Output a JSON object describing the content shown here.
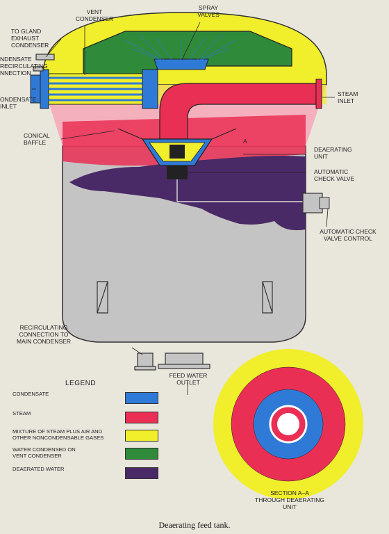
{
  "labels": {
    "vent_condenser": "VENT\nCONDENSER",
    "spray_valves": "SPRAY\nVALVES",
    "gland_exhaust": "TO GLAND\nEXHAUST\nCONDENSER",
    "recirculating_connection": "NDENSATE\nRECIRCULATING\nNNECTION",
    "condensate_inlet": "ONDENSATE\nINLET",
    "steam_inlet": "STEAM\nINLET",
    "conical_baffle": "CONICAL\nBAFFLE",
    "deaerating_unit": "DEAERATING\nUNIT",
    "automatic_check_valve": "AUTOMATIC\nCHECK VALVE",
    "check_valve_control": "AUTOMATIC CHECK\nVALVE CONTROL",
    "recirc_to_main": "RECIRCULATING\nCONNECTION TO\nMAIN CONDENSER",
    "feed_water_outlet": "FEED WATER\nOUTLET",
    "section_a": "A",
    "section_label": "SECTION A–A\nTHROUGH DEAERATING\nUNIT"
  },
  "legend": {
    "title": "LEGEND",
    "items": [
      {
        "label": "CONDENSATE",
        "color": "#2f7ad6"
      },
      {
        "label": "STEAM",
        "color": "#ea2f55"
      },
      {
        "label": "MIXTURE OF STEAM PLUS AIR AND\nOTHER NONCONDENSABLE GASES",
        "color": "#f1ee2c"
      },
      {
        "label": "WATER CONDENSED ON\nVENT CONDENSER",
        "color": "#2f8a3a"
      },
      {
        "label": "DEAERATED WATER",
        "color": "#4a2a66"
      }
    ]
  },
  "caption": "Deaerating feed tank.",
  "colors": {
    "tank": "#c4c4c4",
    "condensate": "#2f7ad6",
    "steam": "#ea2f55",
    "mixture": "#f1ee2c",
    "vent_water": "#2f8a3a",
    "deaerated": "#4a2a66"
  }
}
